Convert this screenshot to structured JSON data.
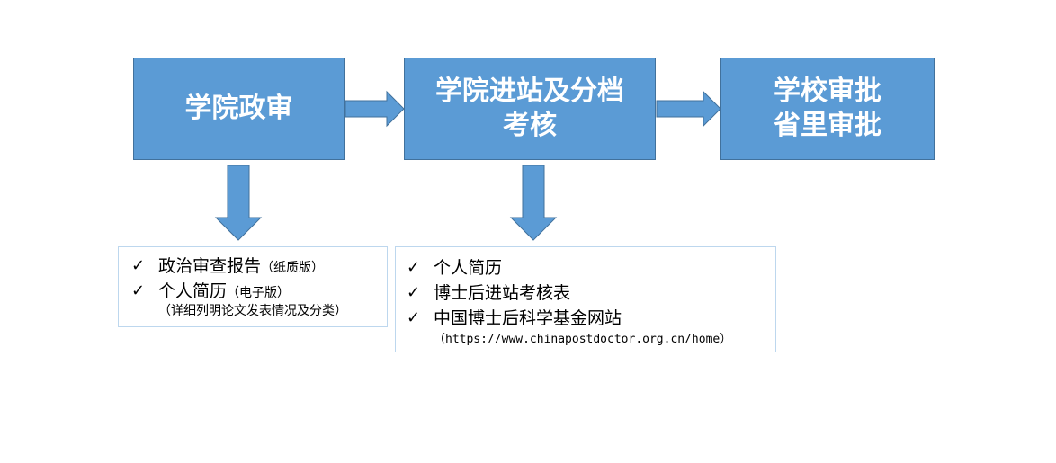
{
  "flow": {
    "step1": "学院政审",
    "step2": "学院进站及分档\n考核",
    "step3": "学校审批\n省里审批"
  },
  "list_left": {
    "check_mark": "✓",
    "item1": {
      "text": "政治审查报告",
      "note": "（纸质版）"
    },
    "item2": {
      "text": "个人简历",
      "note": "（电子版）"
    },
    "item2_detail": "（详细列明论文发表情况及分类）"
  },
  "list_right": {
    "check_mark": "✓",
    "item1": "个人简历",
    "item2": "博士后进站考核表",
    "item3": "中国博士后科学基金网站",
    "item3_detail": "（https://www.chinapostdoctor.org.cn/home）"
  },
  "colors": {
    "box_fill": "#5b9bd5",
    "box_border": "#41719c",
    "list_border": "#bdd7ee"
  }
}
